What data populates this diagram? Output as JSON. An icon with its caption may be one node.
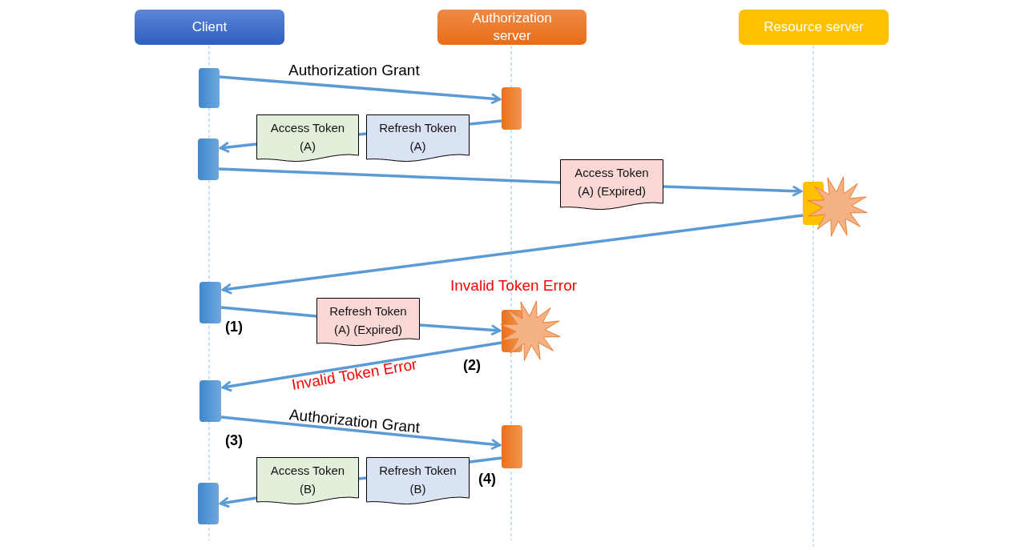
{
  "diagram": {
    "nodes": [
      {
        "text": [
          "Client"
        ]
      },
      {
        "text": [
          "Authorization server"
        ]
      },
      {
        "text": [
          "Resource server"
        ]
      },
      {
        "text": [],
        "shape": "bar"
      },
      {
        "text": [],
        "shape": "bar"
      },
      {
        "text": [
          "Access Token (A)"
        ]
      },
      {
        "text": [
          "Refresh Token (A)"
        ]
      },
      {
        "text": [],
        "shape": "bar"
      },
      {
        "text": [
          "Access Token (A) (Expired)"
        ]
      },
      {
        "text": [],
        "shape": "bar"
      },
      {
        "text": [],
        "shape": "bar"
      },
      {
        "text": [
          "Refresh Token (A) (Expired)"
        ]
      },
      {
        "text": [],
        "shape": "bar"
      },
      {
        "text": [],
        "shape": "bar"
      },
      {
        "text": [],
        "shape": "bar"
      },
      {
        "text": [
          "Access Token (B)"
        ]
      },
      {
        "text": [
          "Refresh Token (B)"
        ]
      },
      {
        "text": [],
        "shape": "bar"
      }
    ],
    "edges": [
      {
        "from": 3,
        "to": 4,
        "arrow": "to",
        "label": "Authorization Grant"
      },
      {
        "from": 4,
        "to": 6,
        "arrow": "none"
      },
      {
        "from": 6,
        "to": 5,
        "arrow": "none"
      },
      {
        "from": 5,
        "to": 7,
        "arrow": "to"
      },
      {
        "from": 7,
        "to": 8,
        "arrow": "none"
      },
      {
        "from": 8,
        "to": 9,
        "arrow": "to"
      },
      {
        "from": 9,
        "to": 10,
        "arrow": "to"
      },
      {
        "from": 10,
        "to": 11,
        "arrow": "none"
      },
      {
        "from": 11,
        "to": 12,
        "arrow": "to"
      },
      {
        "from": 12,
        "to": 13,
        "arrow": "to"
      },
      {
        "from": 13,
        "to": 14,
        "arrow": "to",
        "label": "Authorization Grant"
      },
      {
        "from": 14,
        "to": 16,
        "arrow": "none"
      },
      {
        "from": 16,
        "to": 15,
        "arrow": "none"
      },
      {
        "from": 15,
        "to": 17,
        "arrow": "to"
      }
    ],
    "labels": [
      "Invalid Token Error",
      "(1)",
      "(2)",
      "Invalid Token Error",
      "(3)",
      "(4)"
    ]
  }
}
